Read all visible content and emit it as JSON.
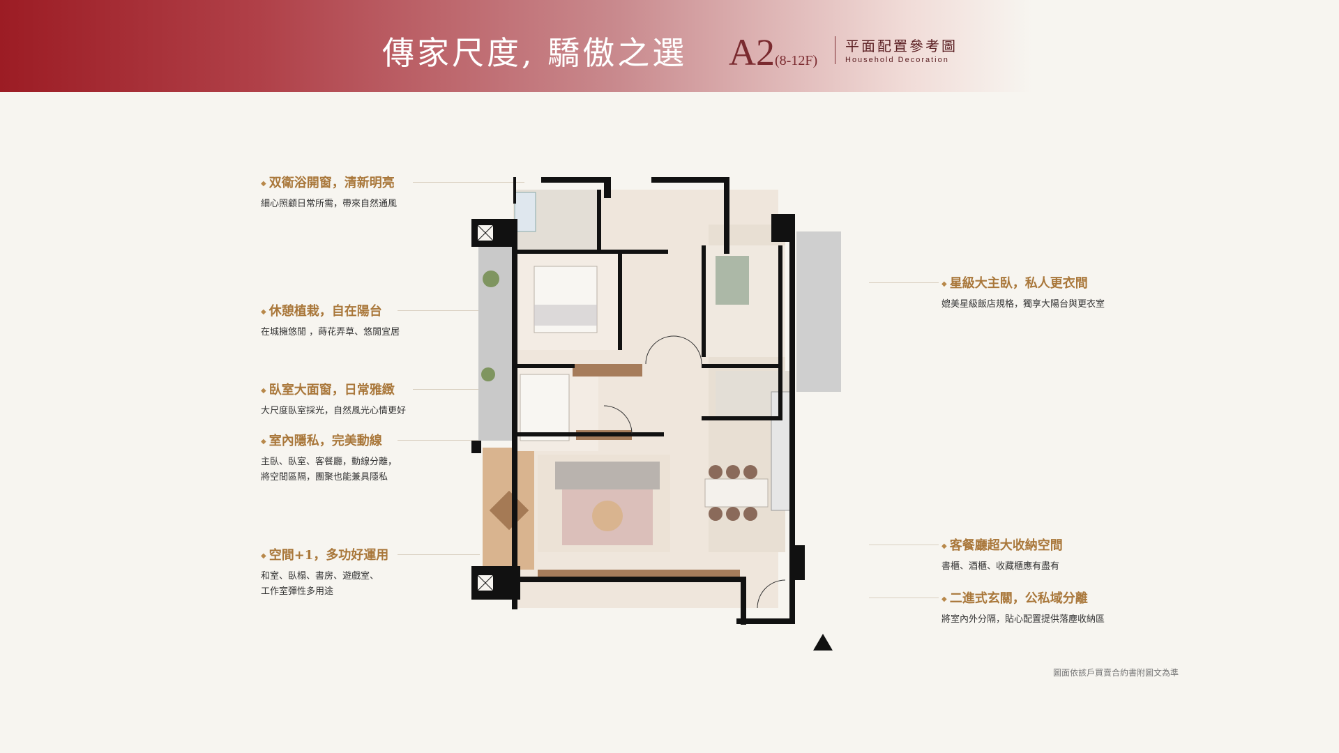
{
  "header": {
    "title": "傳家尺度, 驕傲之選",
    "plan_code": "A2",
    "plan_floors": "(8-12F)",
    "plan_title": "平面配置參考圖",
    "plan_subtitle": "Household Decoration"
  },
  "features_left": [
    {
      "title": "双衛浴開窗，清新明亮",
      "lines": [
        "細心照顧日常所需，帶來自然通風"
      ]
    },
    {
      "title": "休憩植栽，自在陽台",
      "lines": [
        "在城擁悠閒 ，蒔花弄草、悠閒宜居"
      ]
    },
    {
      "title": "臥室大面窗，日常雅緻",
      "lines": [
        "大尺度臥室採光，自然風光心情更好"
      ]
    },
    {
      "title": "室內隱私，完美動線",
      "lines": [
        "主臥、臥室、客餐廳，動線分離，",
        "將空間區隔，團聚也能兼具隱私"
      ]
    },
    {
      "title": "空間+1，多功好運用",
      "lines": [
        "和室、臥榻、書房、遊戲室、",
        "工作室彈性多用途"
      ]
    }
  ],
  "features_right": [
    {
      "title": "星級大主臥，私人更衣間",
      "lines": [
        "媲美星級飯店規格，獨享大陽台與更衣室"
      ]
    },
    {
      "title": "客餐廳超大收納空間",
      "lines": [
        "書櫃、酒櫃、收藏櫃應有盡有"
      ]
    },
    {
      "title": "二進式玄關，公私域分離",
      "lines": [
        "將室內外分隔，貼心配置提供落塵收納區"
      ]
    }
  ],
  "footnote": "圖面依該戶買賣合約書附圖文為準",
  "colors": {
    "banner_start": "#9c1c24",
    "accent_gold": "#a9773a",
    "wall": "#111111",
    "floor": "#efe6dc"
  }
}
